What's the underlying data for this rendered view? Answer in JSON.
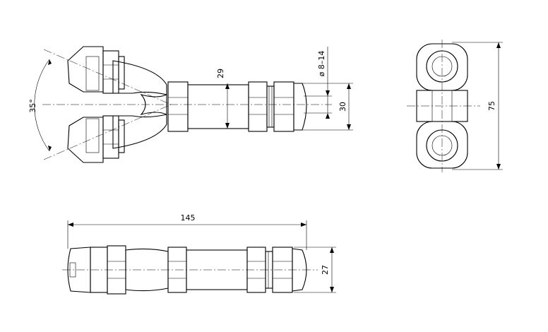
{
  "drawing": {
    "dimensions": {
      "angle": "35°",
      "cable_range": "ø 8–14",
      "depth_29": "29",
      "height_30": "30",
      "height_75": "75",
      "length_145": "145",
      "height_27": "27"
    }
  }
}
